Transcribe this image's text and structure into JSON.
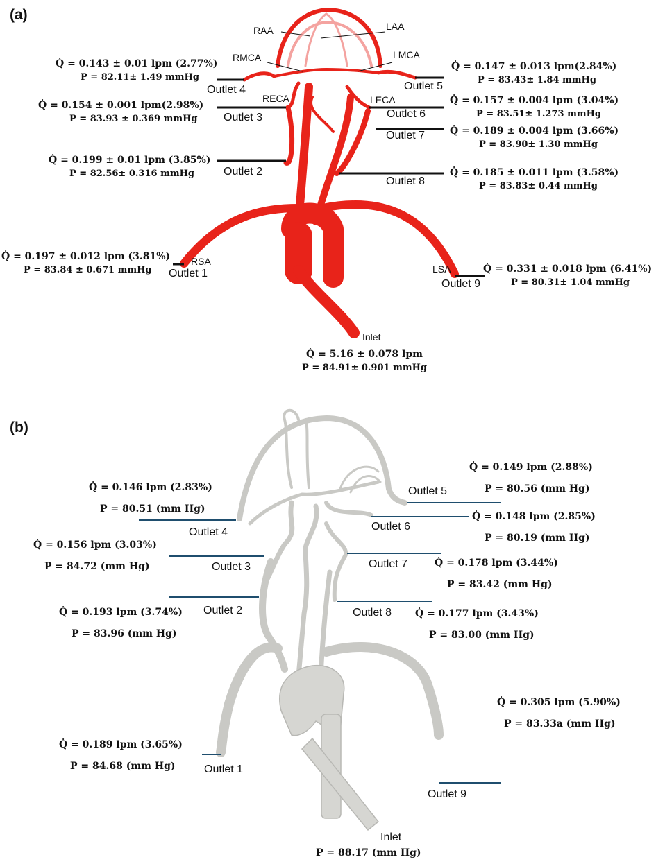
{
  "panel_a": {
    "label": "(a)",
    "vessels": {
      "raa": "RAA",
      "laa": "LAA",
      "rmca": "RMCA",
      "lmca": "LMCA",
      "reca": "RECA",
      "leca": "LECA",
      "rsa": "RSA",
      "lsa": "LSA",
      "inlet": "Inlet"
    },
    "outlets": [
      {
        "label": "Outlet 1",
        "q": "Q̇ = 0.197 ± 0.012 lpm (3.81%)",
        "p": "P = 83.84 ± 0.671 mmHg"
      },
      {
        "label": "Outlet 2",
        "q": "Q̇ = 0.199 ± 0.01 lpm (3.85%)",
        "p": "P = 82.56± 0.316 mmHg"
      },
      {
        "label": "Outlet 3",
        "q": "Q̇ = 0.154 ± 0.001 lpm(2.98%)",
        "p": "P = 83.93 ± 0.369 mmHg"
      },
      {
        "label": "Outlet 4",
        "q": "Q̇ = 0.143 ± 0.01 lpm (2.77%)",
        "p": "P = 82.11± 1.49 mmHg"
      },
      {
        "label": "Outlet 5",
        "q": "Q̇ = 0.147 ± 0.013 lpm(2.84%)",
        "p": "P = 83.43± 1.84 mmHg"
      },
      {
        "label": "Outlet 6",
        "q": "Q̇ = 0.157 ± 0.004 lpm (3.04%)",
        "p": "P = 83.51± 1.273 mmHg"
      },
      {
        "label": "Outlet 7",
        "q": "Q̇ = 0.189 ± 0.004 lpm (3.66%)",
        "p": "P = 83.90± 1.30 mmHg"
      },
      {
        "label": "Outlet 8",
        "q": "Q̇ = 0.185 ± 0.011 lpm (3.58%)",
        "p": "P = 83.83± 0.44 mmHg"
      },
      {
        "label": "Outlet 9",
        "q": "Q̇ = 0.331 ± 0.018 lpm (6.41%)",
        "p": "P = 80.31± 1.04 mmHg"
      }
    ],
    "inlet": {
      "q": "Q̇ = 5.16 ± 0.078 lpm",
      "p": "P = 84.91± 0.901 mmHg"
    }
  },
  "panel_b": {
    "label": "(b)",
    "outlets": [
      {
        "label": "Outlet 1",
        "q": "Q̇ = 0.189 lpm (3.65%)",
        "p": "P = 84.68 (mm Hg)"
      },
      {
        "label": "Outlet 2",
        "q": "Q̇ = 0.193 lpm (3.74%)",
        "p": "P = 83.96 (mm Hg)"
      },
      {
        "label": "Outlet 3",
        "q": "Q̇ = 0.156 lpm (3.03%)",
        "p": "P = 84.72 (mm Hg)"
      },
      {
        "label": "Outlet 4",
        "q": "Q̇ = 0.146 lpm (2.83%)",
        "p": "P = 80.51 (mm Hg)"
      },
      {
        "label": "Outlet 5",
        "q": "Q̇ = 0.149 lpm (2.88%)",
        "p": "P = 80.56 (mm Hg)"
      },
      {
        "label": "Outlet 6",
        "q": "Q̇ = 0.148 lpm (2.85%)",
        "p": "P = 80.19 (mm Hg)"
      },
      {
        "label": "Outlet 7",
        "q": "Q̇ = 0.178 lpm (3.44%)",
        "p": "P = 83.42 (mm Hg)"
      },
      {
        "label": "Outlet 8",
        "q": "Q̇ = 0.177 lpm (3.43%)",
        "p": "P = 83.00 (mm Hg)"
      },
      {
        "label": "Outlet 9",
        "q": "Q̇ = 0.305 lpm (5.90%)",
        "p": "P = 83.33a (mm Hg)"
      }
    ],
    "inlet": {
      "label": "Inlet",
      "p": "P = 88.17 (mm Hg)"
    }
  },
  "colors": {
    "vessel_red": "#e8231a",
    "vessel_light": "#f4a3a0",
    "vessel_grey": "#dcdcd8",
    "leader_blue": "#1f4e6e"
  }
}
